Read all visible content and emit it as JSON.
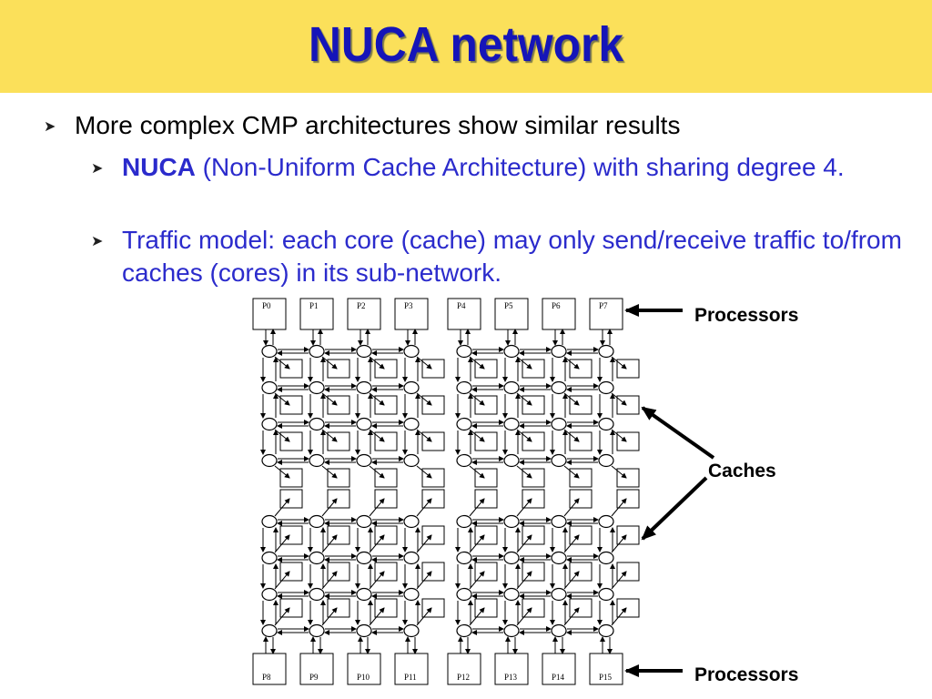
{
  "title": "NUCA network",
  "bullets": {
    "level1": "More complex CMP architectures show similar results",
    "nuca_term": "NUCA",
    "nuca_rest": " (Non-Uniform Cache Architecture) with sharing degree 4.",
    "traffic": "Traffic model: each core (cache) may only send/receive traffic to/from caches (cores) in its sub-network."
  },
  "diagram": {
    "top_processors": [
      "P0",
      "P1",
      "P2",
      "P3",
      "P4",
      "P5",
      "P6",
      "P7"
    ],
    "bottom_processors": [
      "P8",
      "P9",
      "P10",
      "P11",
      "P12",
      "P13",
      "P14",
      "P15"
    ],
    "label_processors_top": "Processors",
    "label_caches": "Caches",
    "label_processors_bottom": "Processors"
  },
  "colors": {
    "title_bar": "#fbe05a",
    "title_text": "#1515b8",
    "sub_bullet_text": "#2b2bcc"
  },
  "icons": {
    "bullet": "chevron-right-icon"
  }
}
